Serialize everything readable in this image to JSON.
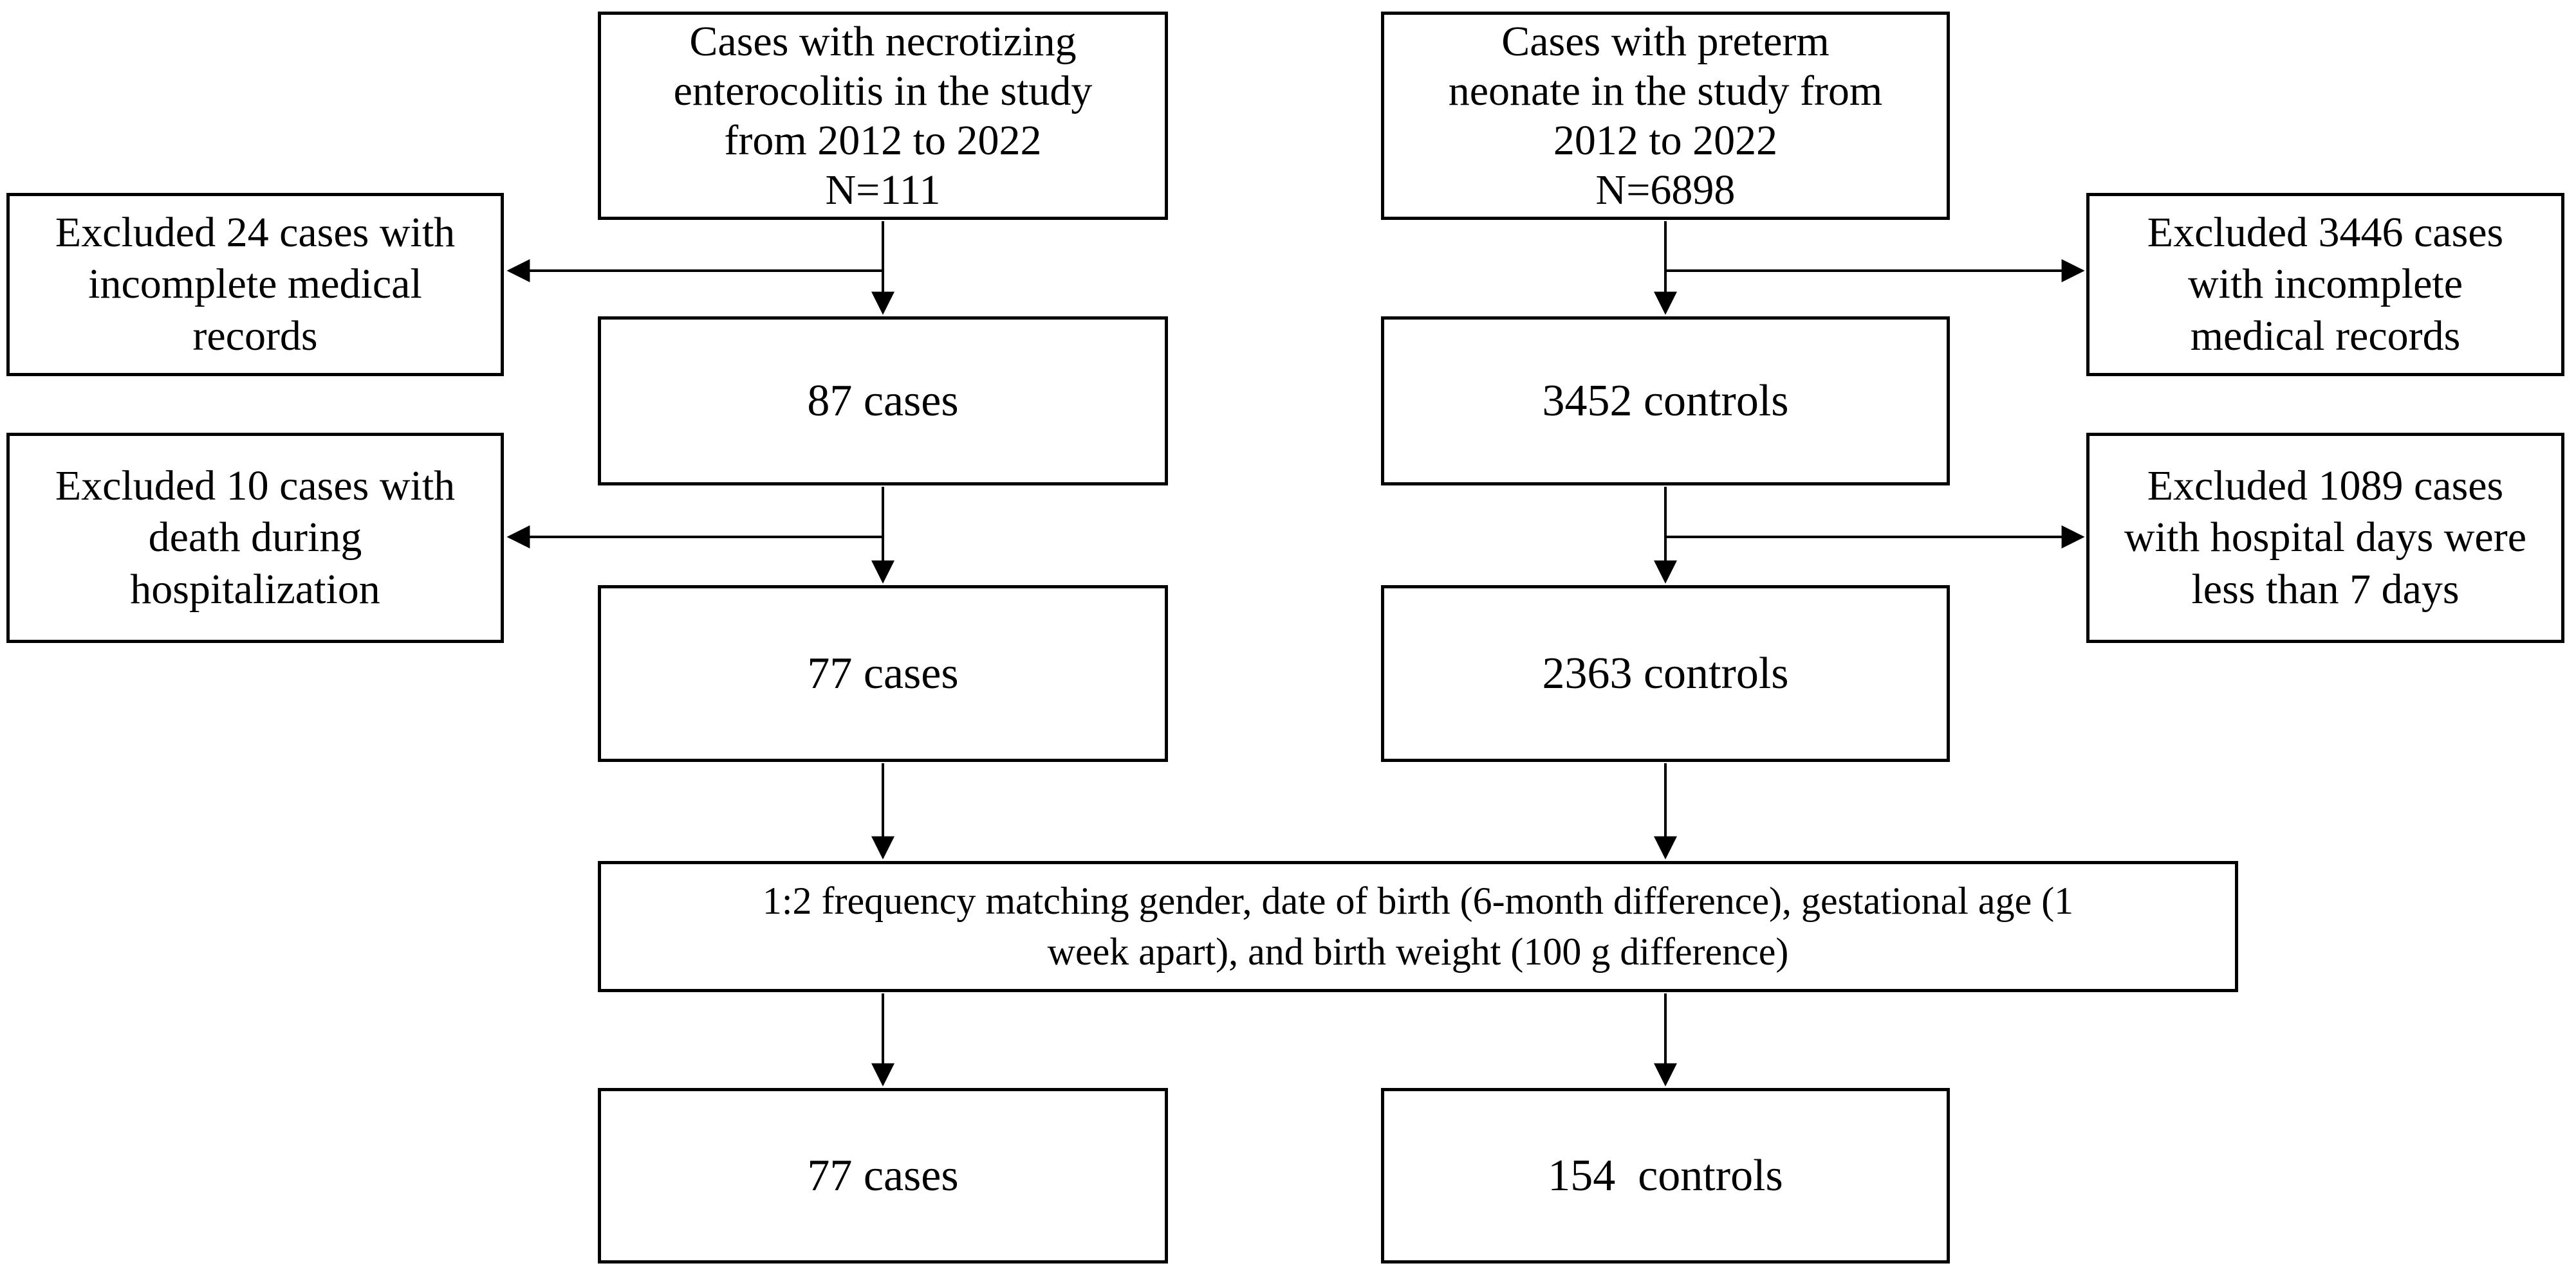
{
  "diagram": {
    "type": "study-flowchart",
    "background_color": "#ffffff",
    "line_color": "#000000",
    "text_color": "#000000",
    "nodes": {
      "study_cases": "Cases with necrotizing\nenterocolitis in the study\nfrom 2012 to 2022\nN=111",
      "study_controls": "Cases with preterm\nneonate in the study from\n2012 to 2022\nN=6898",
      "excluded_cases_records": "Excluded 24 cases with\nincomplete medical\nrecords",
      "excluded_controls_records": "Excluded 3446 cases\nwith incomplete\nmedical records",
      "cases_87": "87 cases",
      "controls_3452": "3452 controls",
      "excluded_cases_death": "Excluded 10 cases with\ndeath during\nhospitalization",
      "excluded_controls_hospital": "Excluded 1089 cases\nwith hospital days were\nless than 7 days",
      "cases_77": "77 cases",
      "controls_2363": "2363 controls",
      "matching": "1:2 frequency matching gender, date of birth (6-month difference), gestational age (1\nweek apart), and birth weight (100 g difference)",
      "final_cases": "77 cases",
      "final_controls": "154  controls"
    },
    "edges": [
      {
        "from": "study_cases",
        "to": "cases_87"
      },
      {
        "from": "study_cases",
        "to": "excluded_cases_records"
      },
      {
        "from": "study_controls",
        "to": "controls_3452"
      },
      {
        "from": "study_controls",
        "to": "excluded_controls_records"
      },
      {
        "from": "cases_87",
        "to": "cases_77"
      },
      {
        "from": "cases_87",
        "to": "excluded_cases_death"
      },
      {
        "from": "controls_3452",
        "to": "controls_2363"
      },
      {
        "from": "controls_3452",
        "to": "excluded_controls_hospital"
      },
      {
        "from": "cases_77",
        "to": "matching"
      },
      {
        "from": "controls_2363",
        "to": "matching"
      },
      {
        "from": "matching",
        "to": "final_cases"
      },
      {
        "from": "matching",
        "to": "final_controls"
      }
    ]
  }
}
